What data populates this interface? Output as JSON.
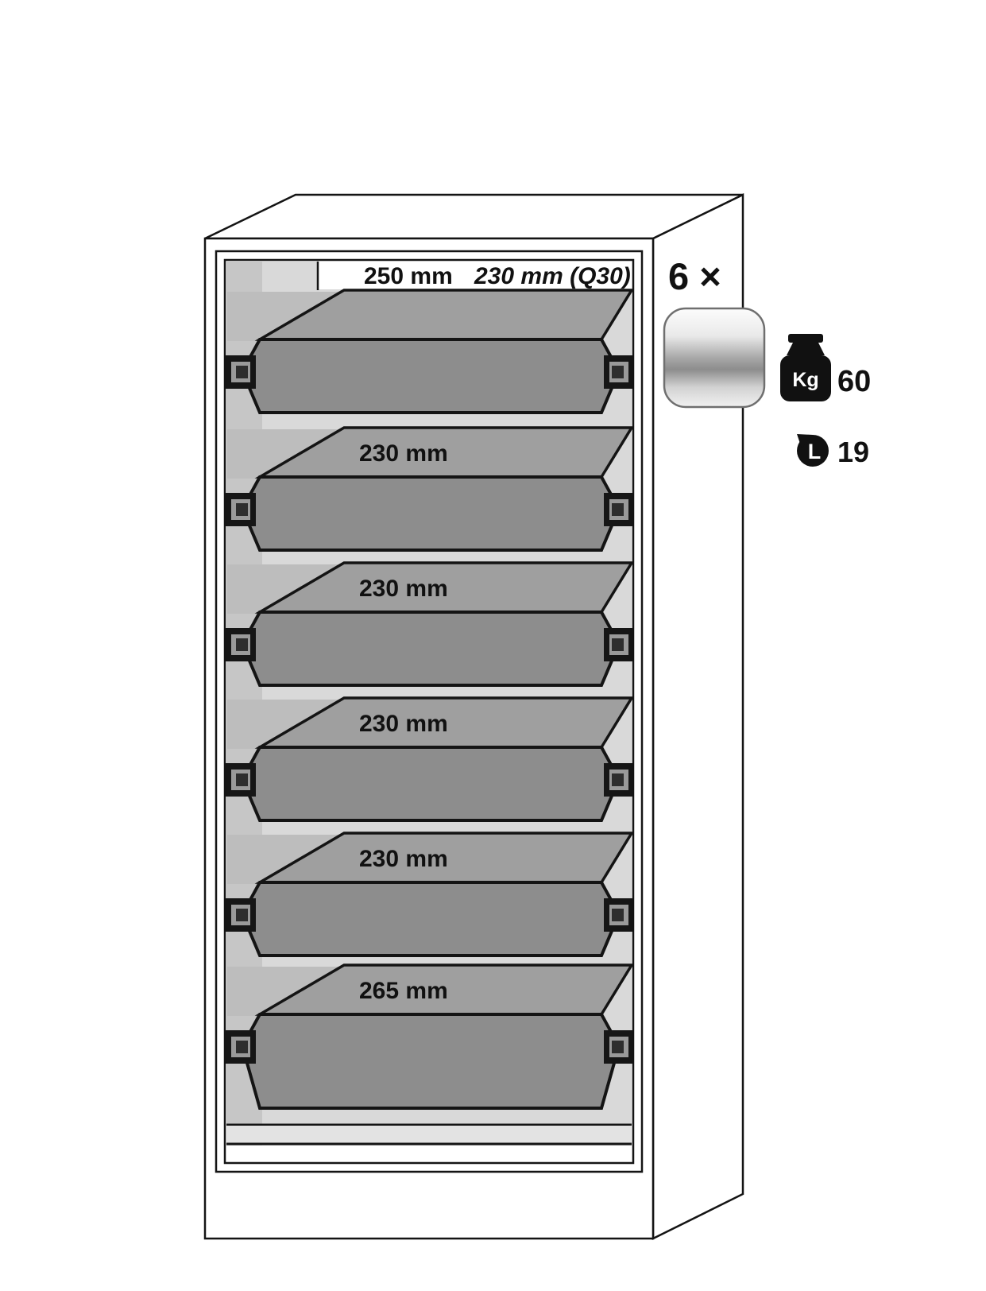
{
  "cabinet": {
    "top_drawer": {
      "height_label": "250 mm",
      "height_label_q30": "230 mm (Q30)"
    },
    "drawer_labels": [
      "230 mm",
      "230 mm",
      "230 mm",
      "230 mm",
      "265 mm"
    ]
  },
  "annotations": {
    "drawer_count": "6 ×",
    "load_capacity": {
      "unit": "Kg",
      "value": "60"
    },
    "sump_volume": {
      "unit": "L",
      "value": "19"
    }
  },
  "colors": {
    "tray_front": "#8d8d8d",
    "tray_top": "#9f9f9f",
    "interior_back_wall": "#d9d9d9",
    "interior_side_wall": "#c6c6c6",
    "shadow": "#bdbdbd",
    "outline": "#141414"
  }
}
